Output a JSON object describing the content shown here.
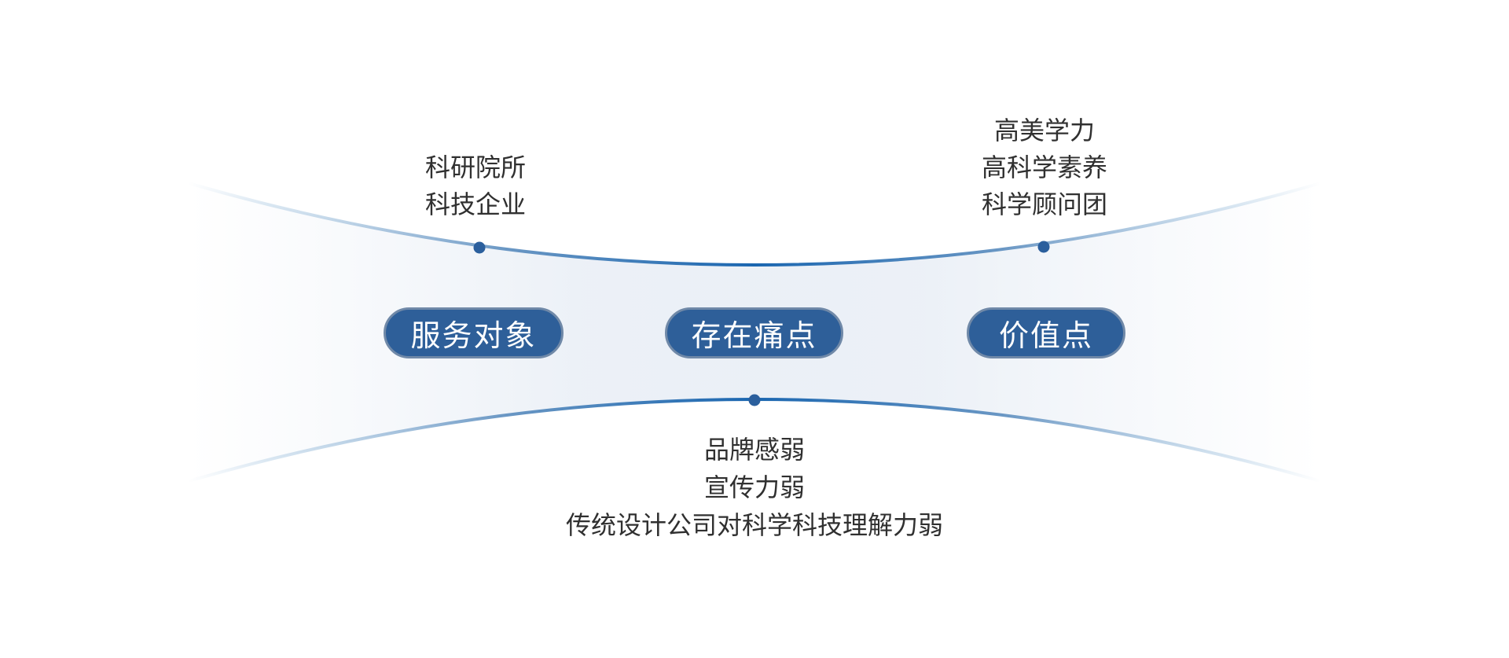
{
  "diagram": {
    "pills": [
      {
        "label": "服务对象"
      },
      {
        "label": "存在痛点"
      },
      {
        "label": "价值点"
      }
    ],
    "annotations": {
      "top_left": {
        "lines": [
          "科研院所",
          "科技企业"
        ]
      },
      "top_right": {
        "lines": [
          "高美学力",
          "高科学素养",
          "科学顾问团"
        ]
      },
      "bottom": {
        "lines": [
          "品牌感弱",
          "宣传力弱",
          "传统设计公司对科学科技理解力弱"
        ]
      }
    },
    "colors": {
      "background": "#ffffff",
      "pill_fill": "#2e5f99",
      "pill_border": "#7089a8",
      "pill_text": "#ffffff",
      "curve_center": "#1a66b0",
      "curve_mid": "#6a97c4",
      "curve_edge": "#aecbe3",
      "node_dot": "#2b5f9d",
      "band_tint": "#e7edf5",
      "annotation_text": "#303030"
    }
  }
}
